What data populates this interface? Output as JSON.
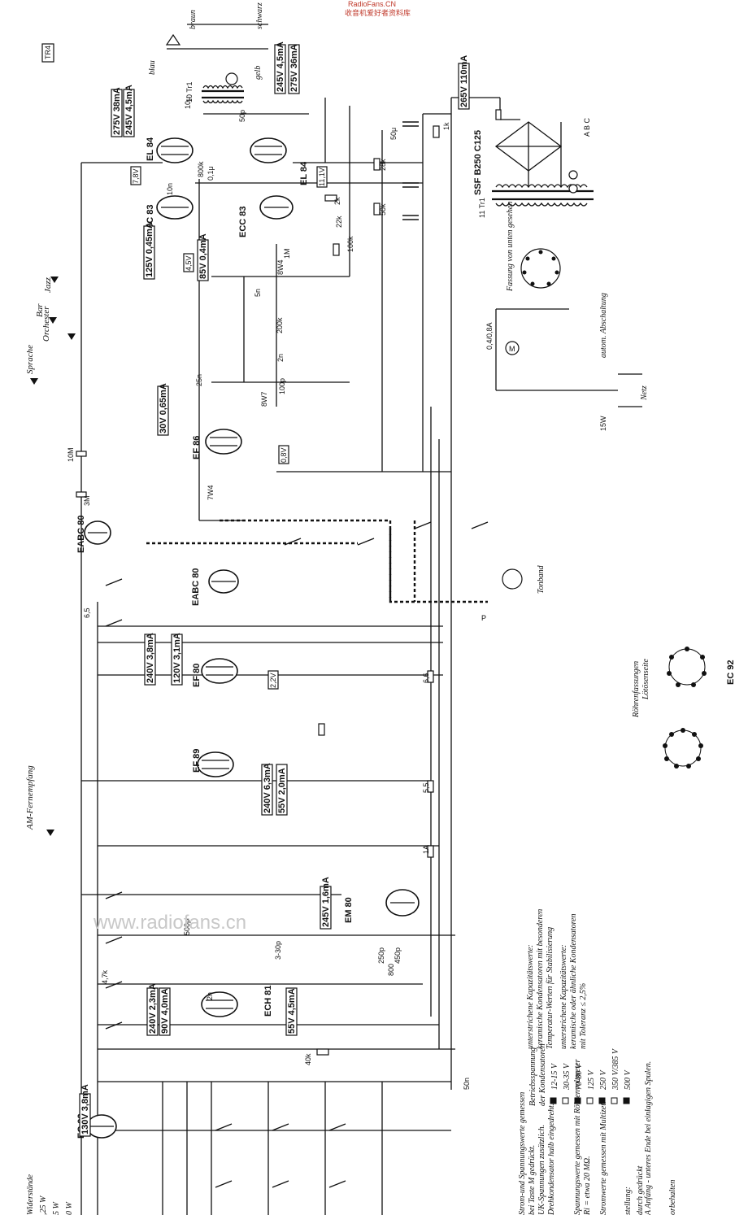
{
  "header": {
    "site": "RadioFans.CN",
    "site_sub": "收音机爱好者资料库",
    "page_tag": "TR4",
    "watermark": "www.radiofans.cn"
  },
  "tubes": [
    {
      "name": "EL 84",
      "volt": "275V 38mA",
      "volt2": "245V 4,5mA"
    },
    {
      "name": "EL 84",
      "volt": "245V 4,5mA",
      "volt2": "275V 36mA"
    },
    {
      "name": "ECC 83",
      "volt": "125V 0,45mA"
    },
    {
      "name": "ECC 83",
      "volt": "85V 0,4mA"
    },
    {
      "name": "EF 86",
      "volt": "30V 0,65mA"
    },
    {
      "name": "EABC 80"
    },
    {
      "name": "EABC 80"
    },
    {
      "name": "EF 80",
      "volt": "240V 3,8mA",
      "volt2": "120V 3,1mA"
    },
    {
      "name": "EF 89",
      "volt": "240V 6,3mA",
      "volt2": "55V 2,0mA"
    },
    {
      "name": "EM 80",
      "volt": "245V 1,6mA"
    },
    {
      "name": "ECH 81",
      "volt": "240V 2,3mA",
      "volt2": "90V 4,0mA"
    },
    {
      "name": "ECH 81",
      "volt": "55V 4,5mA"
    },
    {
      "name": "EC 92",
      "volt": "130V 3,8mA"
    }
  ],
  "voltage_tags": [
    "7,8V",
    "4,5V",
    "11,1V",
    "0,8V",
    "2,2V"
  ],
  "supply": {
    "rail": "265V 110mA",
    "rectifier": "SSF B250 C125",
    "transformer": "11 Tr1",
    "output_transformer": "10 Tr1",
    "fuse": "0,4/0,8A",
    "lamp": "15W",
    "mains": "Netz",
    "switch_note": "autom. Abschaltung",
    "socket_note": "Fassung von unten gesehen"
  },
  "inputs": {
    "speech": "Sprache",
    "orchestra": "Orchester",
    "bar": "Bar",
    "jazz": "Jazz",
    "am_remote": "AM-Fernempfang",
    "tape": "Tonband",
    "tape_pin": "P"
  },
  "speaker_wires": [
    "braun",
    "schwarz",
    "blau",
    "gelb"
  ],
  "component_labels": [
    "10μ",
    "50μ",
    "1k",
    "28k",
    "2k",
    "50k",
    "22k",
    "100k",
    "1M",
    "200k",
    "0,1μ",
    "800k",
    "50p",
    "10n",
    "5n",
    "2n",
    "25n",
    "100p",
    "8W7",
    "7W4",
    "6,5",
    "6,6",
    "5,5",
    "1A",
    "3M",
    "10M",
    "50n",
    "500p",
    "3-30p",
    "2n",
    "40k",
    "4,7k",
    "800",
    "450p",
    "250p"
  ],
  "legend_capacitors": [
    "unterstrichene Kapazitätswerte:",
    "keramische Kondensatoren mit besonderen",
    "Temperatur-Werten für Stabilisierung",
    "unterstrichene Kapazitätswerte:",
    "keramische oder ähnliche Kondensatoren",
    "mit Toleranz ≤ 2,5%"
  ],
  "legend_measure": [
    "Strom-und Spannungswerte gemessen",
    "bei Taste M gedrückt.",
    "UK-Spannungen zusätzlich.",
    "Drehkondensator halb eingedreht.",
    "Spannungswerte gemessen mit Röhrenvoltmeter",
    "Ri = etwa 20 MΩ.",
    "Stromwerte gemessen mit Multizet.",
    "A Anfang - unteres Ende bei einlagigen Spulen."
  ],
  "legend_voltage": {
    "title": "Betriebsspannung",
    "subtitle": "der Kondensatoren",
    "items": [
      "12-15 V",
      "30-35 V",
      "70-80 V",
      "125 V",
      "250 V",
      "350 V/385 V",
      "500 V"
    ]
  },
  "legend_resist": [
    "Widerstände",
    ",25 W",
    "5 W",
    "0 W"
  ],
  "legend_switch": [
    "stellung:",
    "durch gedrückt"
  ],
  "legend_reserve": "orbehalten",
  "sockets": {
    "title": "Röhrenfassungen",
    "subtitle": "Lötösenseite",
    "ec92_label": "EC 92"
  }
}
